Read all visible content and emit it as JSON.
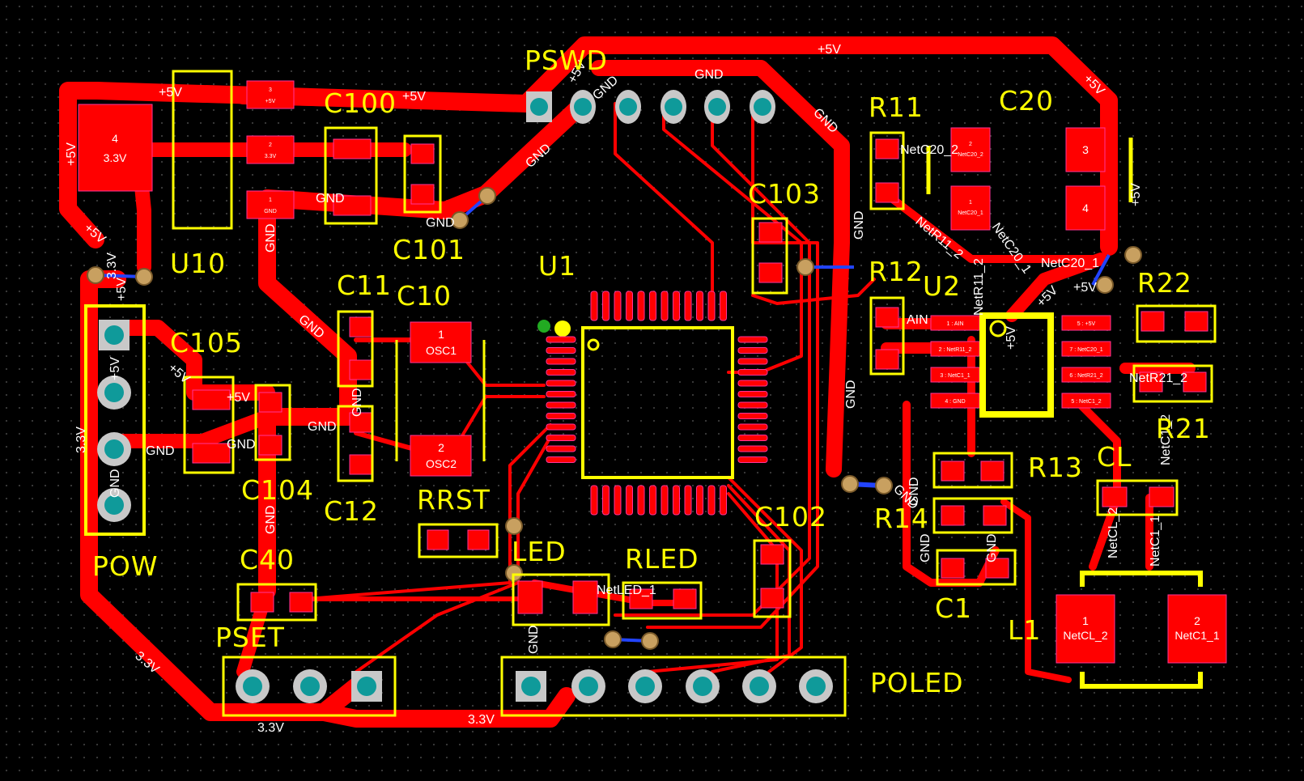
{
  "colors": {
    "background": "#000000",
    "copper": "#ff0000",
    "silkscreen": "#ffff00",
    "pad_outline": "#ff3399",
    "drill": "#0f9a9a",
    "via_ring": "#c8a060",
    "blue_line": "#2244ff"
  },
  "designators": {
    "pswd": "PSWD",
    "c100": "C100",
    "u10": "U10",
    "c101": "C101",
    "u1": "U1",
    "c103": "C103",
    "r11": "R11",
    "c20": "C20",
    "r12": "R12",
    "u2": "U2",
    "r22": "R22",
    "c11": "C11",
    "c10": "C10",
    "c105": "C105",
    "c104": "C104",
    "c12": "C12",
    "rrst": "RRST",
    "led": "LED",
    "rled": "RLED",
    "c102": "C102",
    "r13": "R13",
    "cl": "CL",
    "r21": "R21",
    "r14": "R14",
    "c1": "C1",
    "l1": "L1",
    "c40": "C40",
    "pset": "PSET",
    "poled": "POLED",
    "pow": "POW"
  },
  "nets": {
    "plus5v": "+5V",
    "v33": "3.3V",
    "gnd": "GND",
    "ain": "AIN",
    "net_c20_1": "NetC20_1",
    "net_c20_2": "NetC20_2",
    "net_r11_2": "NetR11_2",
    "net_r21_2": "NetR21_2",
    "net_c1_1": "NetC1_1",
    "net_c1_2": "NetC1_2",
    "net_cl_2": "NetCL_2",
    "net_led_1": "NetLED_1"
  },
  "pads": {
    "u10_p3_num": "3",
    "u10_p3_net": "+5V",
    "u10_p2_num": "2",
    "u10_p2_net": "3.3V",
    "u10_p1_num": "1",
    "u10_p1_net": "GND",
    "u10_p4_num": "4",
    "u10_p4_net": "3.3V",
    "osc1_num": "1",
    "osc1_net": "OSC1",
    "osc2_num": "2",
    "osc2_net": "OSC2",
    "c20_p2_num": "2",
    "c20_p2_net": "NetC20_2",
    "c20_p1_num": "1",
    "c20_p1_net": "NetC20_1",
    "c20_p3_num": "3",
    "c20_p4_num": "4",
    "l1_p1_num": "1",
    "l1_p1_net": "NetCL_2",
    "l1_p2_num": "2",
    "l1_p2_net": "NetC1_1",
    "u2_p1": "1 : AIN",
    "u2_p2": "2 : NetR11_2",
    "u2_p3": "3 : NetC1_1",
    "u2_p4": "4 : GND",
    "u2_p5": "5 : +5V",
    "u2_p6": "6 : NetR21_2",
    "u2_p7": "7 : NetC20_1",
    "u2_p8": "5 : NetC1_2"
  }
}
